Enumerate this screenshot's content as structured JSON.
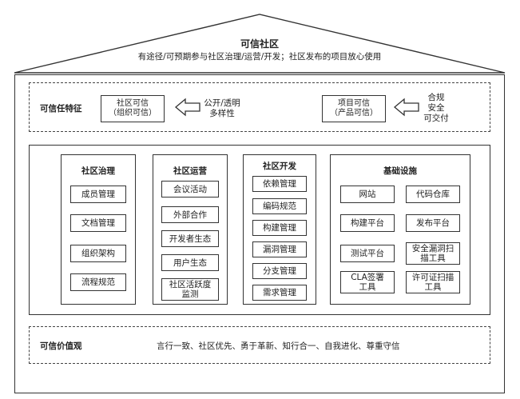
{
  "roof": {
    "title": "可信社区",
    "subtitle": "有途径/可预期参与社区治理/运营/开发；社区发布的项目放心使用"
  },
  "trust_features": {
    "label": "可信任特征",
    "community_box": [
      "社区可信",
      "（组织可信）"
    ],
    "open_text": [
      "公开/透明",
      "多样性"
    ],
    "project_box": [
      "项目可信",
      "（产品可信）"
    ],
    "compliance_text": [
      "合规",
      "安全",
      "可交付"
    ]
  },
  "pillars": {
    "governance": {
      "title": "社区治理",
      "items": [
        "成员管理",
        "文档管理",
        "组织架构",
        "流程规范"
      ]
    },
    "operations": {
      "title": "社区运营",
      "items": [
        "会议活动",
        "外部合作",
        "开发者生态",
        "用户生态",
        "社区活跃度监测"
      ]
    },
    "development": {
      "title": "社区开发",
      "items": [
        "依赖管理",
        "编码规范",
        "构建管理",
        "漏洞管理",
        "分支管理",
        "需求管理"
      ]
    },
    "infrastructure": {
      "title": "基础设施",
      "items": [
        "网站",
        "代码仓库",
        "构建平台",
        "发布平台",
        "测试平台",
        "安全漏洞扫描工具",
        "CLA签署工具",
        "许可证扫描工具"
      ]
    }
  },
  "values": {
    "label": "可信价值观",
    "text": "言行一致、社区优先、勇于革新、知行合一、自我进化、尊重守信"
  }
}
